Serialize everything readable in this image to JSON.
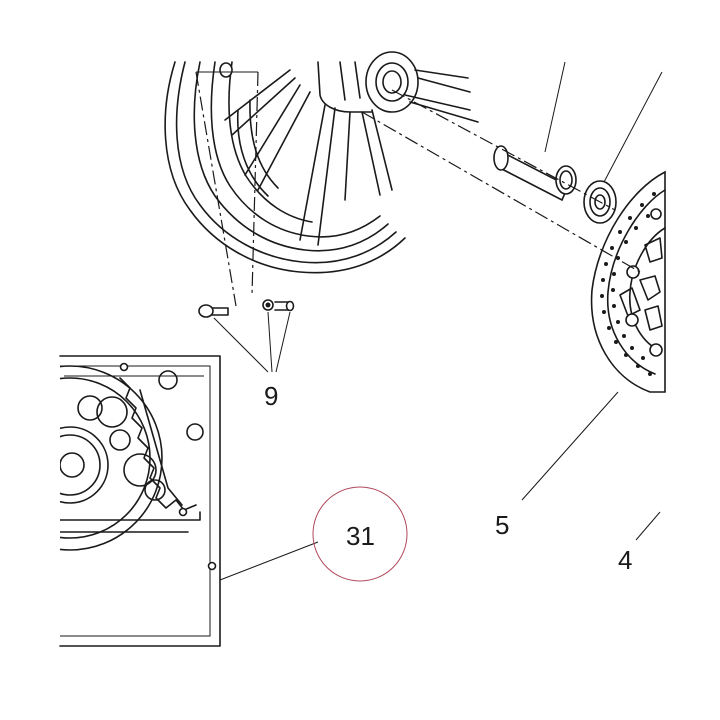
{
  "callouts": {
    "c9": "9",
    "c5": "5",
    "c4": "4",
    "c31": "31"
  },
  "highlight": {
    "color": "#b0485a"
  },
  "icons": {
    "wheel": "wheel-rim-icon",
    "disc": "brake-disc-icon",
    "spacer": "spacer-tube-icon",
    "bearing": "bearing-icon",
    "sprocket_panel": "sprocket-detail-icon"
  }
}
